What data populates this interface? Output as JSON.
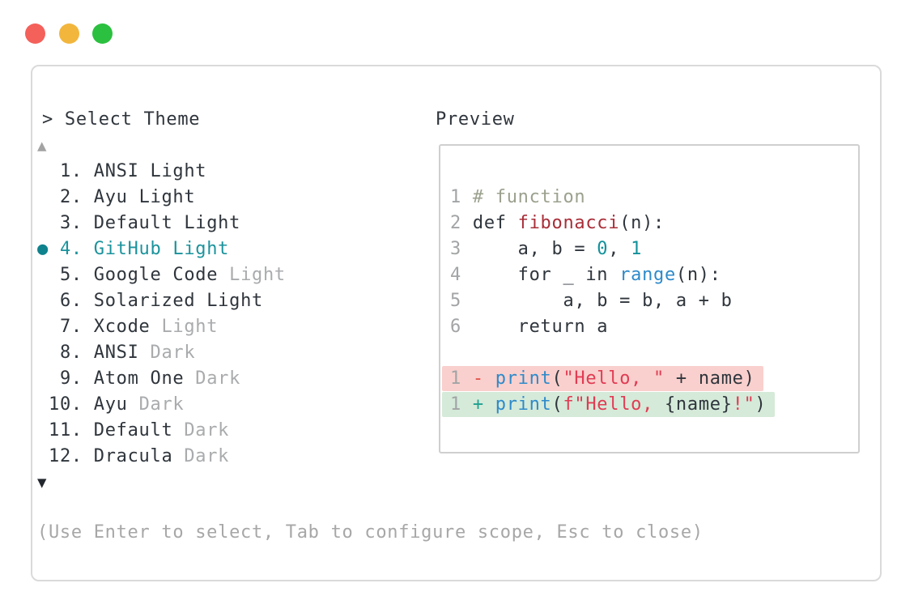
{
  "prompt": {
    "symbol": ">",
    "title": "Select Theme"
  },
  "list": {
    "scroll_up_symbol": "▲",
    "scroll_down_symbol": "▼",
    "selected_marker": "●",
    "items": [
      {
        "number": "1.",
        "name": "ANSI",
        "variant": "Light",
        "variant_dimmed": false,
        "selected": false
      },
      {
        "number": "2.",
        "name": "Ayu",
        "variant": "Light",
        "variant_dimmed": false,
        "selected": false
      },
      {
        "number": "3.",
        "name": "Default",
        "variant": "Light",
        "variant_dimmed": false,
        "selected": false
      },
      {
        "number": "4.",
        "name": "GitHub",
        "variant": "Light",
        "variant_dimmed": false,
        "selected": true
      },
      {
        "number": "5.",
        "name": "Google Code",
        "variant": "Light",
        "variant_dimmed": true,
        "selected": false
      },
      {
        "number": "6.",
        "name": "Solarized",
        "variant": "Light",
        "variant_dimmed": false,
        "selected": false
      },
      {
        "number": "7.",
        "name": "Xcode",
        "variant": "Light",
        "variant_dimmed": true,
        "selected": false
      },
      {
        "number": "8.",
        "name": "ANSI",
        "variant": "Dark",
        "variant_dimmed": true,
        "selected": false
      },
      {
        "number": "9.",
        "name": "Atom One",
        "variant": "Dark",
        "variant_dimmed": true,
        "selected": false
      },
      {
        "number": "10.",
        "name": "Ayu",
        "variant": "Dark",
        "variant_dimmed": true,
        "selected": false
      },
      {
        "number": "11.",
        "name": "Default",
        "variant": "Dark",
        "variant_dimmed": true,
        "selected": false
      },
      {
        "number": "12.",
        "name": "Dracula",
        "variant": "Dark",
        "variant_dimmed": true,
        "selected": false
      }
    ]
  },
  "preview": {
    "label": "Preview",
    "code_lines": [
      {
        "number": "1",
        "segments": [
          {
            "text": "# function",
            "style": "comment"
          }
        ]
      },
      {
        "number": "2",
        "segments": [
          {
            "text": "def ",
            "style": "text"
          },
          {
            "text": "fibonacci",
            "style": "func"
          },
          {
            "text": "(n):",
            "style": "text"
          }
        ]
      },
      {
        "number": "3",
        "segments": [
          {
            "text": "    a, b = ",
            "style": "text"
          },
          {
            "text": "0",
            "style": "number"
          },
          {
            "text": ", ",
            "style": "text"
          },
          {
            "text": "1",
            "style": "number"
          }
        ]
      },
      {
        "number": "4",
        "segments": [
          {
            "text": "    for _ in ",
            "style": "text"
          },
          {
            "text": "range",
            "style": "builtin"
          },
          {
            "text": "(n):",
            "style": "text"
          }
        ]
      },
      {
        "number": "5",
        "segments": [
          {
            "text": "        a, b = b, a + b",
            "style": "text"
          }
        ]
      },
      {
        "number": "6",
        "segments": [
          {
            "text": "    return a",
            "style": "text"
          }
        ]
      }
    ],
    "diff_lines": [
      {
        "number": "1",
        "sign": "-",
        "type": "removed",
        "segments": [
          {
            "text": "print",
            "style": "builtin"
          },
          {
            "text": "(",
            "style": "text"
          },
          {
            "text": "\"Hello, \"",
            "style": "string"
          },
          {
            "text": " + name)",
            "style": "text"
          }
        ]
      },
      {
        "number": "1",
        "sign": "+",
        "type": "added",
        "segments": [
          {
            "text": "print",
            "style": "builtin"
          },
          {
            "text": "(",
            "style": "text"
          },
          {
            "text": "f\"Hello, ",
            "style": "string"
          },
          {
            "text": "{name}",
            "style": "text"
          },
          {
            "text": "!\"",
            "style": "string"
          },
          {
            "text": ")",
            "style": "text"
          }
        ]
      }
    ]
  },
  "footer": {
    "hint": "(Use Enter to select, Tab to configure scope, Esc to close)"
  },
  "colors": {
    "text_dark": "#2f353c",
    "text_dim": "#a9abad",
    "accent_teal": "#1b939c",
    "bullet_teal": "#0e828d",
    "line_number": "#a2a4a6",
    "comment": "#9ba18e",
    "function_red": "#a92e38",
    "number_teal": "#12919b",
    "builtin_blue": "#2e8aca",
    "string_crimson": "#e13b53",
    "diff_minus": "#e25048",
    "diff_plus": "#20a090",
    "removed_bg": "#f9d0cd",
    "added_bg": "#d5ead9",
    "window_border": "#dadada",
    "panel_border": "#cfcfcf",
    "footer_gray": "#a7a7a7",
    "traffic_red": "#f4605a",
    "traffic_yellow": "#f2b63d",
    "traffic_green": "#2bc03f"
  }
}
